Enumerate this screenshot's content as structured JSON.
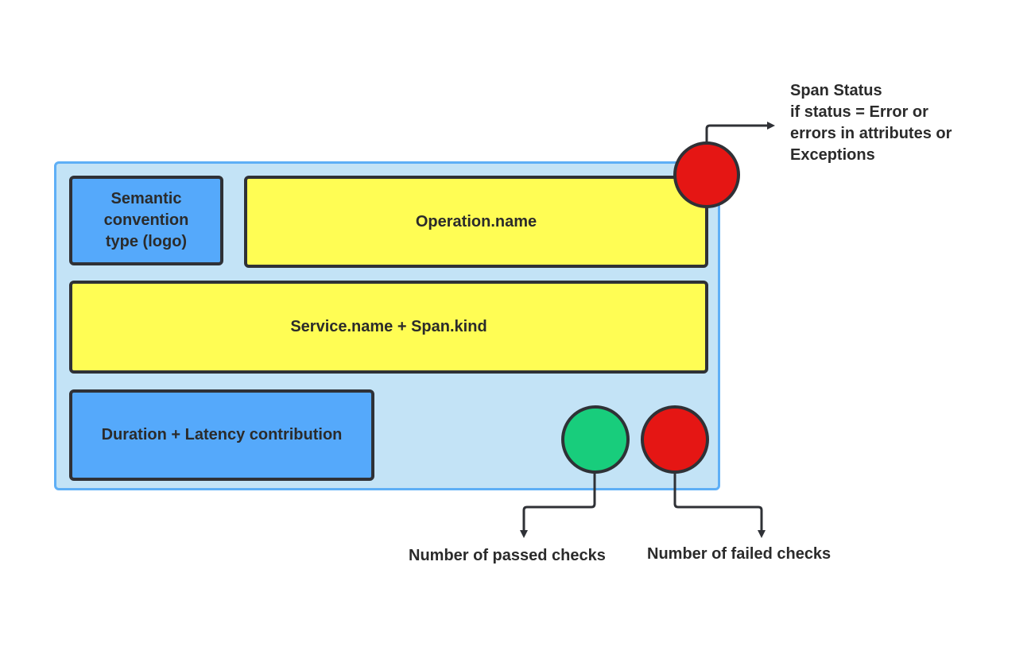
{
  "card": {
    "semantic_box": [
      "Semantic",
      "convention",
      "type (logo)"
    ],
    "operation_box": "Operation.name",
    "service_box": "Service.name + Span.kind",
    "duration_box": "Duration + Latency contribution"
  },
  "annotations": {
    "span_status": [
      "Span Status",
      "if status = Error or",
      "errors in attributes or",
      "Exceptions"
    ],
    "passed_checks": "Number of passed checks",
    "failed_checks": "Number of failed checks"
  },
  "colors": {
    "card_fill": "#c3e3f6",
    "card_border": "#5eaff6",
    "blue_box": "#55a9fb",
    "yellow_box": "#fffd54",
    "error_red": "#e51614",
    "pass_green": "#18cd7c",
    "outline": "#2f3136"
  }
}
